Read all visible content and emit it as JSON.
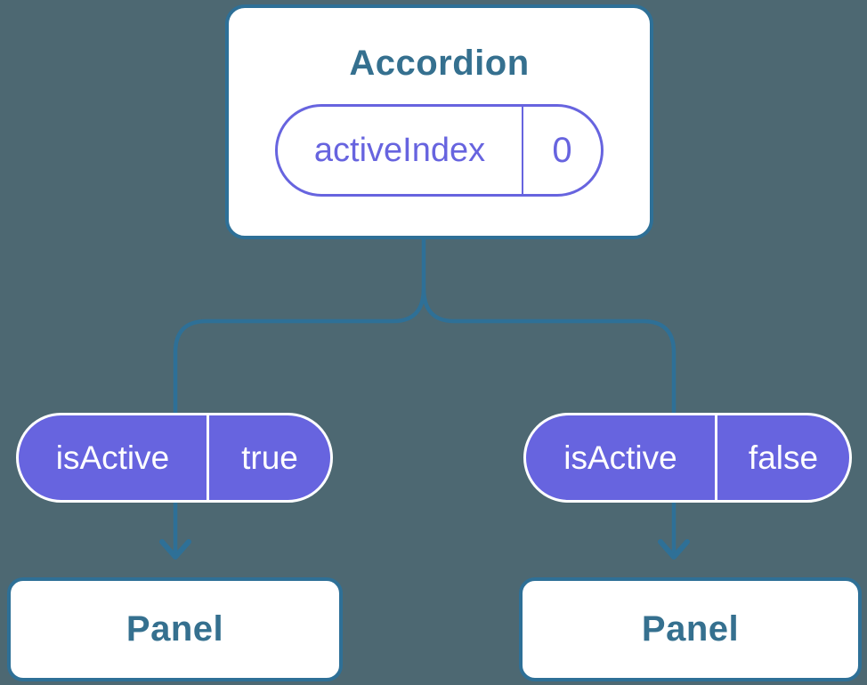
{
  "colors": {
    "background": "#4D6872",
    "stroke": "#2E7097",
    "heading_text": "#35708F",
    "card_fill": "#FFFFFF",
    "pill_purple": "#6764DF",
    "pill_text": "#FFFFFF"
  },
  "diagram": {
    "root": {
      "title": "Accordion",
      "state_pill": {
        "name": "activeIndex",
        "value": "0"
      }
    },
    "children": [
      {
        "prop_pill": {
          "name": "isActive",
          "value": "true"
        },
        "card_label": "Panel"
      },
      {
        "prop_pill": {
          "name": "isActive",
          "value": "false"
        },
        "card_label": "Panel"
      }
    ]
  }
}
